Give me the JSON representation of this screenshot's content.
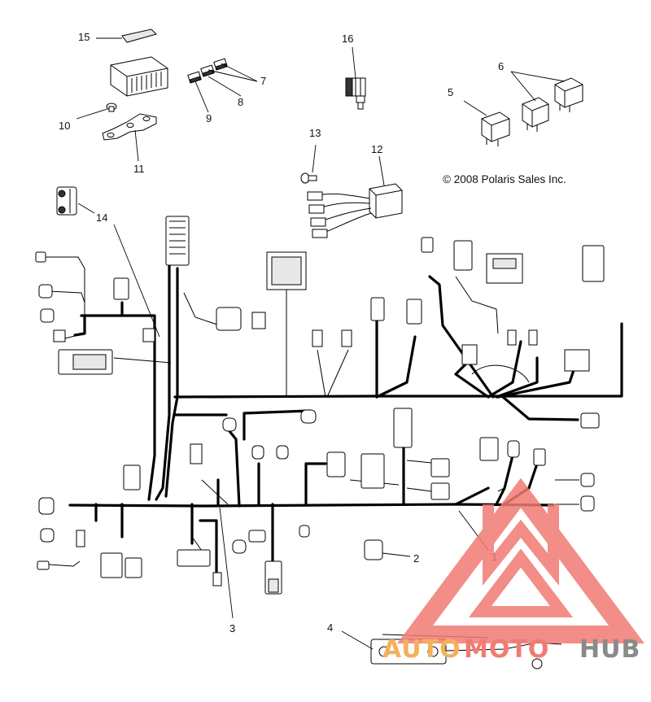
{
  "copyright": "© 2008 Polaris Sales Inc.",
  "callouts": [
    {
      "id": "c1",
      "text": "1"
    },
    {
      "id": "c2",
      "text": "2"
    },
    {
      "id": "c3",
      "text": "3"
    },
    {
      "id": "c4",
      "text": "4"
    },
    {
      "id": "c5",
      "text": "5"
    },
    {
      "id": "c6",
      "text": "6"
    },
    {
      "id": "c7",
      "text": "7"
    },
    {
      "id": "c8",
      "text": "8"
    },
    {
      "id": "c9",
      "text": "9"
    },
    {
      "id": "c10",
      "text": "10"
    },
    {
      "id": "c11",
      "text": "11"
    },
    {
      "id": "c12",
      "text": "12"
    },
    {
      "id": "c13",
      "text": "13"
    },
    {
      "id": "c14",
      "text": "14"
    },
    {
      "id": "c15",
      "text": "15"
    },
    {
      "id": "c16",
      "text": "16"
    }
  ],
  "watermark": {
    "part1": "AUTO",
    "part2": "MOTO",
    "part3": "HUB",
    "color_red": "#f07b73",
    "color_orange": "#f4b05a",
    "color_grey": "#8a8a8a"
  }
}
